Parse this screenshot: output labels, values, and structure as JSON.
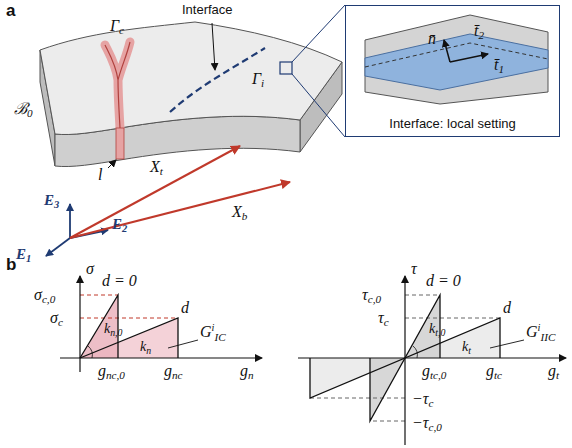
{
  "diagram": {
    "nodes": [
      {
        "text": [
          "Interface: local setting"
        ]
      }
    ],
    "labels": [
      "a",
      "Interface",
      "Γc",
      "Γi",
      "l",
      "ℬ0",
      "E3",
      "E2",
      "E1",
      "Xt",
      "Xb",
      "t̄2",
      "n̄",
      "t̄1",
      "b",
      "σ",
      "σc,0",
      "σc",
      "d = 0",
      "d",
      "kn,0",
      "kn",
      "GiIC",
      "gnc,0",
      "gnc",
      "gn",
      "τ",
      "τc,0",
      "τc",
      "d = 0",
      "d",
      "kt,0",
      "kt",
      "GiIIC",
      "gtc,0",
      "gtc",
      "gt",
      "−τc",
      "−τc,0"
    ]
  }
}
